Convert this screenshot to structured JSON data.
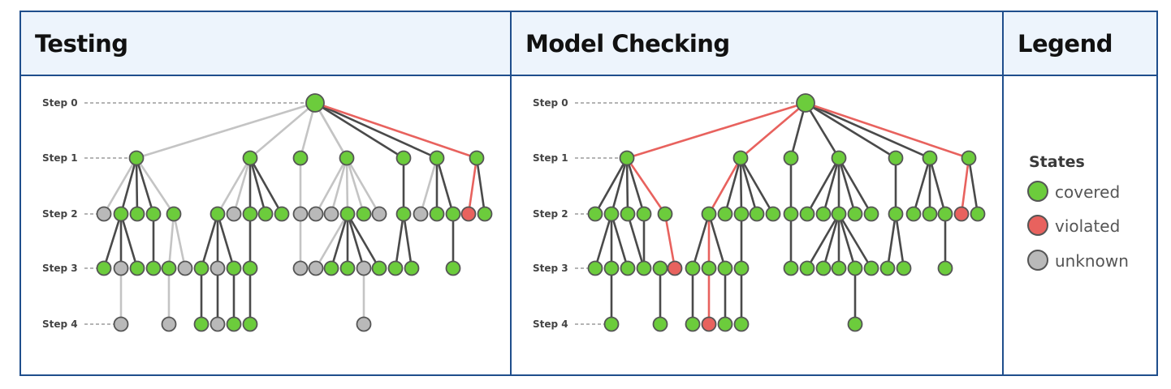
{
  "headers": {
    "testing": "Testing",
    "model_checking": "Model Checking",
    "legend": "Legend"
  },
  "step_labels": [
    "Step 0",
    "Step 1",
    "Step 2",
    "Step 3",
    "Step 4"
  ],
  "legend": {
    "title": "States",
    "items": [
      {
        "label": "covered",
        "color": "#6ccc3c"
      },
      {
        "label": "violated",
        "color": "#e8625e"
      },
      {
        "label": "unknown",
        "color": "#b9b9b9"
      }
    ]
  },
  "colors": {
    "border": "#1f4e8c",
    "header_bg": "#edf4fc",
    "covered": "#6ccc3c",
    "violated": "#e8625e",
    "unknown": "#b9b9b9",
    "edge_dark": "#4a4a4a",
    "edge_light": "#c4c4c4",
    "edge_red": "#e8625e"
  }
}
